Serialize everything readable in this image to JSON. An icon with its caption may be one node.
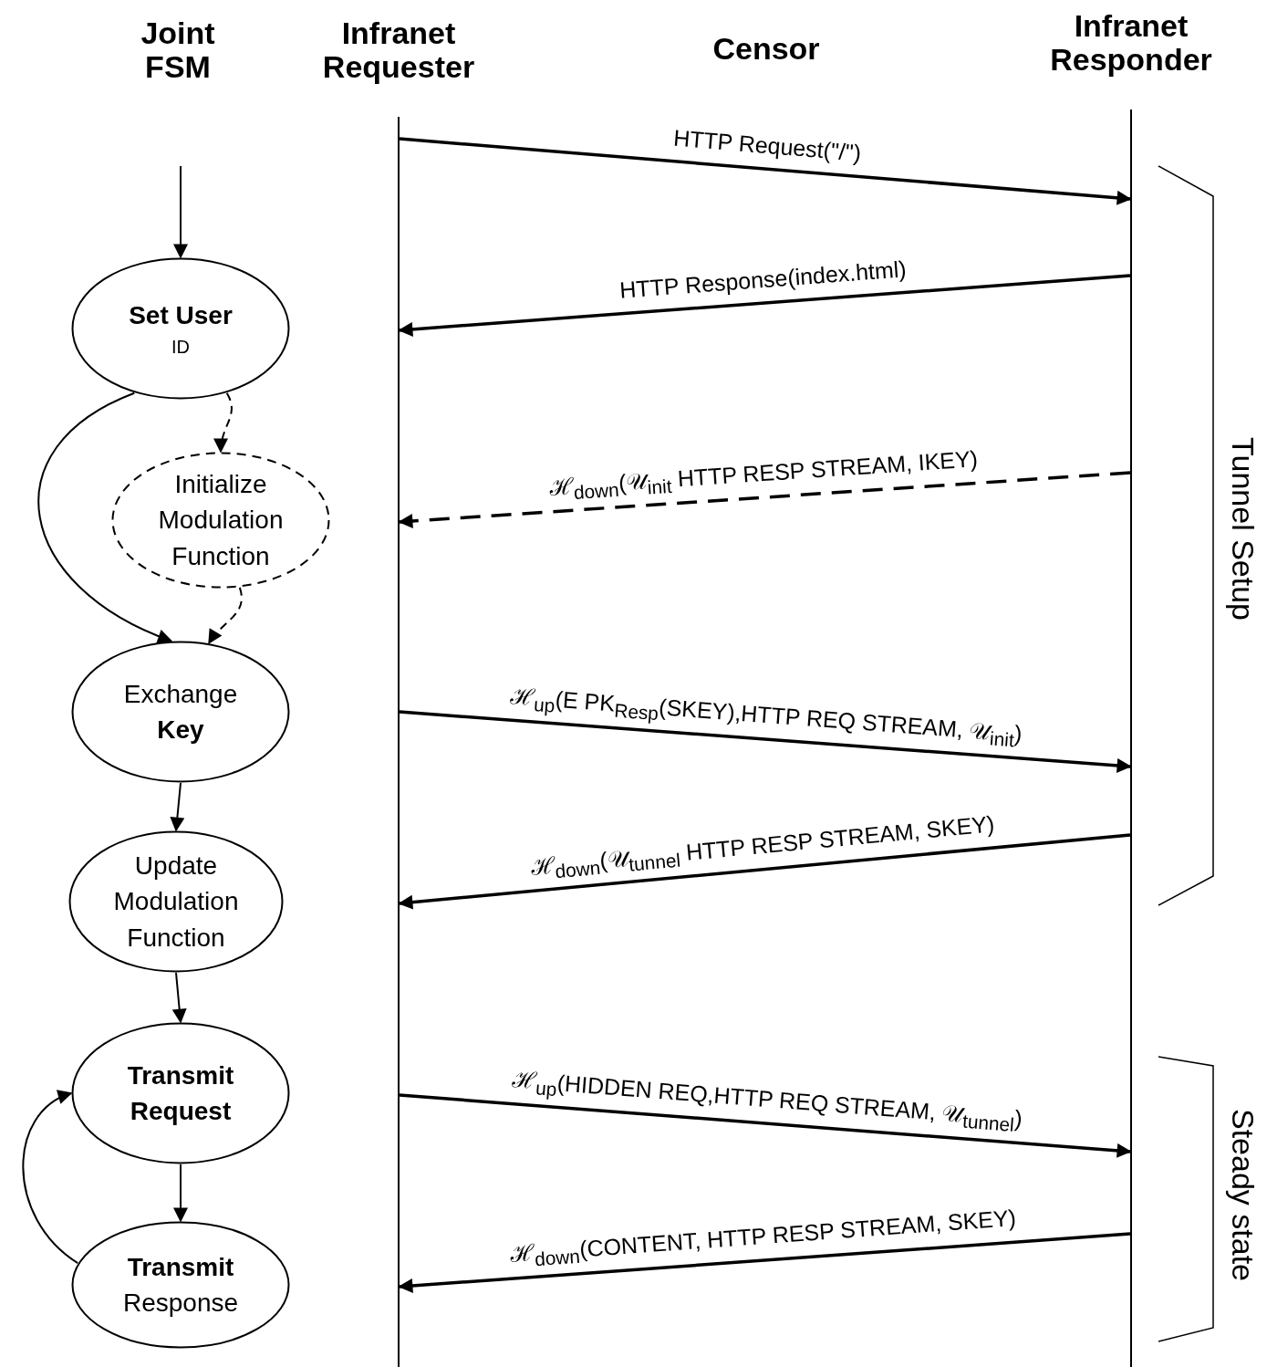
{
  "diagram": {
    "nodes": [
      {
        "text": [
          "Infranet Requester"
        ]
      },
      {
        "text": [
          "Infranet Responder"
        ]
      },
      {
        "text": [
          "Set User",
          "ID"
        ]
      },
      {
        "text": [
          "Initialize Modulation Function"
        ]
      },
      {
        "text": [
          "Exchange",
          "Key"
        ]
      },
      {
        "text": [
          "Update Modulation Function"
        ]
      },
      {
        "text": [
          "Transmit Request"
        ]
      },
      {
        "text": [
          "Transmit",
          "Response"
        ]
      }
    ],
    "edges": [
      {
        "from": null,
        "to": 2,
        "arrow": "to"
      },
      {
        "from": 2,
        "to": 3,
        "arrow": "to",
        "style": "dashed"
      },
      {
        "from": 2,
        "to": 4,
        "arrow": "to"
      },
      {
        "from": 3,
        "to": 4,
        "arrow": "to",
        "style": "dashed"
      },
      {
        "from": 4,
        "to": 5,
        "arrow": "to"
      },
      {
        "from": 5,
        "to": 6,
        "arrow": "to"
      },
      {
        "from": 6,
        "to": 7,
        "arrow": "to"
      },
      {
        "from": 7,
        "to": 6,
        "arrow": "to"
      },
      {
        "from": 0,
        "to": 1,
        "arrow": "to",
        "label": "HTTP Request(\"/\")"
      },
      {
        "from": 1,
        "to": 0,
        "arrow": "to",
        "label": "HTTP Response(index.html)"
      },
      {
        "from": 1,
        "to": 0,
        "arrow": "to",
        "style": "dashed",
        "label": "ℋ$_{down}$(𝒰$_{init}$ HTTP RESP STREAM, IKEY)"
      },
      {
        "from": 0,
        "to": 1,
        "arrow": "to",
        "label": "ℋ$_{up}$(E PK$_{Resp}$(SKEY),HTTP REQ STREAM, 𝒰$_{init}$)"
      },
      {
        "from": 1,
        "to": 0,
        "arrow": "to",
        "label": "ℋ$_{down}$(𝒰$_{tunnel}$ HTTP RESP STREAM, SKEY)"
      },
      {
        "from": 0,
        "to": 1,
        "arrow": "to",
        "label": "ℋ$_{up}$(HIDDEN REQ,HTTP REQ STREAM, 𝒰$_{tunnel}$)"
      },
      {
        "from": 1,
        "to": 0,
        "arrow": "to",
        "label": "ℋ$_{down}$(CONTENT, HTTP RESP STREAM, SKEY)"
      }
    ],
    "labels": [
      "Joint FSM",
      "Censor",
      "Tunnel Setup",
      "Steady state"
    ]
  }
}
